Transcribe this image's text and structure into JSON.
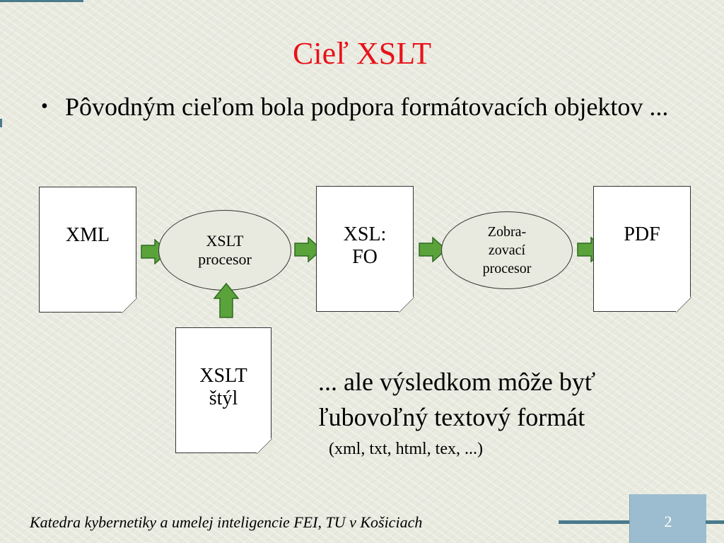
{
  "slide": {
    "title": "Cieľ XSLT",
    "bullet_symbol": "•",
    "bullet_text": "Pôvodným cieľom bola podpora formátovacích objektov ..."
  },
  "diagram": {
    "xml_doc": "XML",
    "xslt_processor": "XSLT procesor",
    "xslfo_doc": "XSL: FO",
    "display_processor": "Zobra- zovací procesor",
    "pdf_doc": "PDF",
    "xslt_style_doc": "XSLT štýl"
  },
  "result": {
    "line1": "... ale výsledkom môže byť",
    "line2": "ľubovoľný textový formát",
    "examples": "(xml, txt, html, tex, ...)"
  },
  "footer": {
    "institution": "Katedra kybernetiky a umelej inteligencie FEI, TU v Košiciach",
    "page_number": "2"
  },
  "colors": {
    "title": "#e8111a",
    "arrow_fill": "#5aa33b",
    "accent": "#4a7a8c",
    "page_box": "#9cbdcf"
  },
  "icons": {
    "arrow": "right-arrow-icon",
    "up_arrow": "up-arrow-icon"
  }
}
